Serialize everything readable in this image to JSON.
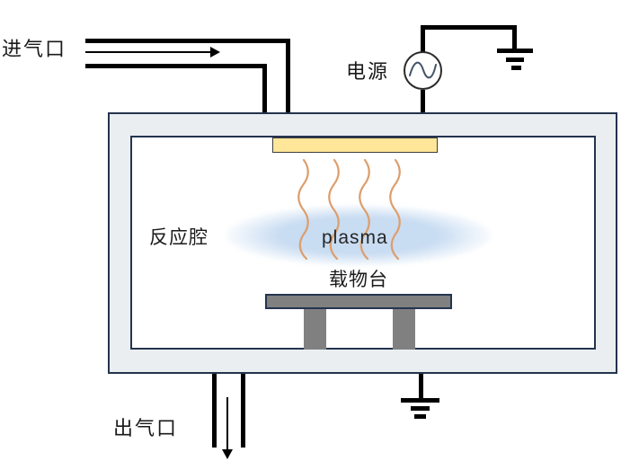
{
  "diagram": {
    "type": "plasma-reactor-schematic",
    "labels": {
      "gas_inlet": "进气口",
      "power_supply": "电源",
      "reaction_chamber": "反应腔",
      "plasma": "plasma",
      "stage": "载物台",
      "gas_outlet": "出气口"
    },
    "colors": {
      "chamber_border": "#24344e",
      "chamber_wall_fill": "#ebeef1",
      "electrode_fill": "#ffe699",
      "electrode_border": "#3f3f3f",
      "stage_fill": "#808080",
      "plasma_fill": "#c8dcf2",
      "heat_wave_stroke": "#dd9e6c",
      "wire": "#000000",
      "ac_sine": "#44546a"
    },
    "icons": {
      "ac_source": "ac-source-icon",
      "ground_top_right": "ground-icon",
      "ground_bottom": "ground-icon",
      "inlet_arrow": "arrow-right-icon",
      "outlet_arrow": "arrow-down-icon"
    }
  }
}
